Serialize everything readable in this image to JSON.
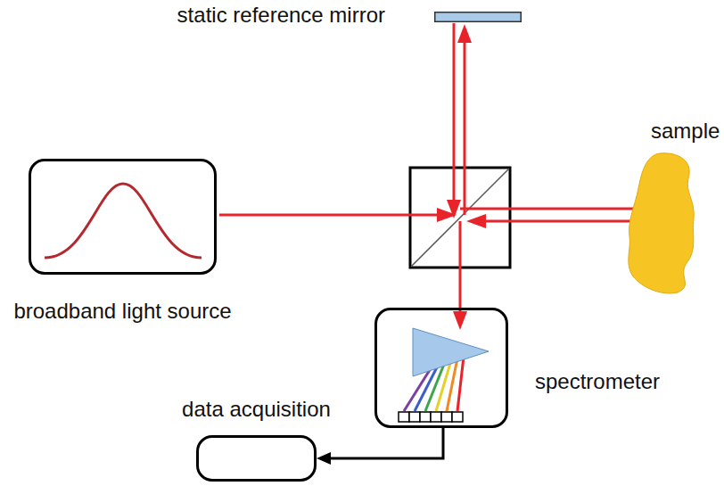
{
  "diagram": {
    "nodes": [
      {
        "text": [
          "broadband light source"
        ]
      },
      {
        "text": [
          "static reference mirror"
        ]
      },
      {
        "text": [
          "sample"
        ]
      },
      {
        "text": [
          "spectrometer"
        ]
      },
      {
        "text": [
          "data acquisition"
        ]
      }
    ],
    "edges": [
      {
        "from": 3,
        "to": 4,
        "arrow": "to"
      }
    ]
  }
}
